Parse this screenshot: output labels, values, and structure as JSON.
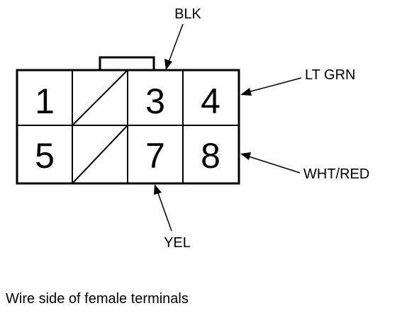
{
  "connector": {
    "pins": [
      {
        "label": "1"
      },
      {
        "label": ""
      },
      {
        "label": "3"
      },
      {
        "label": "4"
      },
      {
        "label": "5"
      },
      {
        "label": ""
      },
      {
        "label": "7"
      },
      {
        "label": "8"
      }
    ]
  },
  "wires": {
    "blk": "BLK",
    "lt_grn": "LT GRN",
    "wht_red": "WHT/RED",
    "yel": "YEL"
  },
  "caption": "Wire side of female terminals"
}
